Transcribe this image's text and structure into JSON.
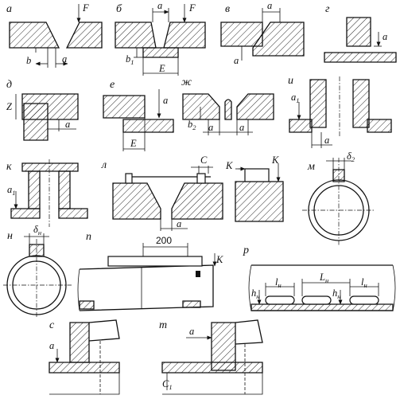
{
  "figure": {
    "panels": [
      {
        "letter": "а",
        "dims": [
          "F",
          "b",
          "a"
        ]
      },
      {
        "letter": "б",
        "dims": [
          "a",
          "F",
          "b",
          "1",
          "E"
        ]
      },
      {
        "letter": "в",
        "dims": [
          "a",
          "a"
        ]
      },
      {
        "letter": "г",
        "dims": [
          "a"
        ]
      },
      {
        "letter": "д",
        "dims": [
          "Z",
          "a"
        ]
      },
      {
        "letter": "е",
        "dims": [
          "a",
          "E"
        ]
      },
      {
        "letter": "ж",
        "dims": [
          "b",
          "2",
          "a",
          "a"
        ]
      },
      {
        "letter": "и",
        "dims": [
          "a",
          "1",
          "a"
        ]
      },
      {
        "letter": "к",
        "dims": [
          "a",
          "1"
        ]
      },
      {
        "letter": "л",
        "dims": [
          "C",
          "a",
          "K",
          "K"
        ]
      },
      {
        "letter": "м",
        "dims": [
          "δ",
          "2"
        ]
      },
      {
        "letter": "н",
        "dims": [
          "δ",
          "н"
        ]
      },
      {
        "letter": "п",
        "dims": [
          "200",
          "K"
        ]
      },
      {
        "letter": "р",
        "dims": [
          "l",
          "н",
          "L",
          "н",
          "l",
          "н",
          "h",
          "н",
          "h",
          "н"
        ]
      },
      {
        "letter": "с",
        "dims": [
          "a"
        ]
      },
      {
        "letter": "т",
        "dims": [
          "a",
          "C",
          "1"
        ]
      }
    ]
  },
  "colors": {
    "ink": "#111111",
    "paper": "#ffffff"
  }
}
